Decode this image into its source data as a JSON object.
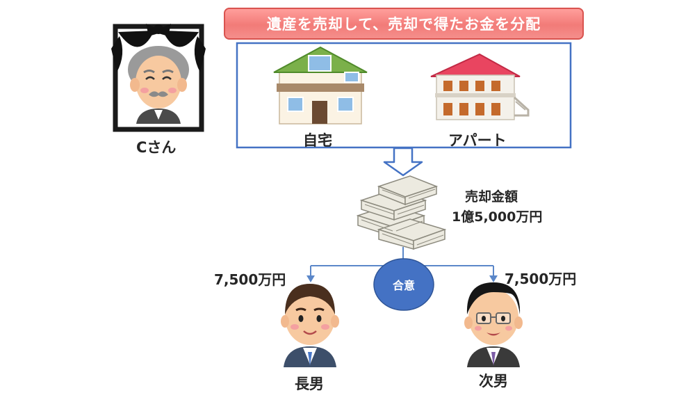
{
  "banner": {
    "text": "遺産を売却して、売却で得たお金を分配"
  },
  "deceased": {
    "name": "Cさん"
  },
  "properties": [
    {
      "label": "自宅"
    },
    {
      "label": "アパート"
    }
  ],
  "sale": {
    "title": "売却金額",
    "amount": "1億5,000万円"
  },
  "agreement": {
    "label": "合意"
  },
  "heirs": [
    {
      "name": "長男",
      "share": "7,500万円"
    },
    {
      "name": "次男",
      "share": "7,500万円"
    }
  ],
  "colors": {
    "banner": "#f27b78",
    "frame_blue": "#4472c4",
    "agreement_circle": "#4472c4",
    "arrow_line": "#5b87c9"
  }
}
